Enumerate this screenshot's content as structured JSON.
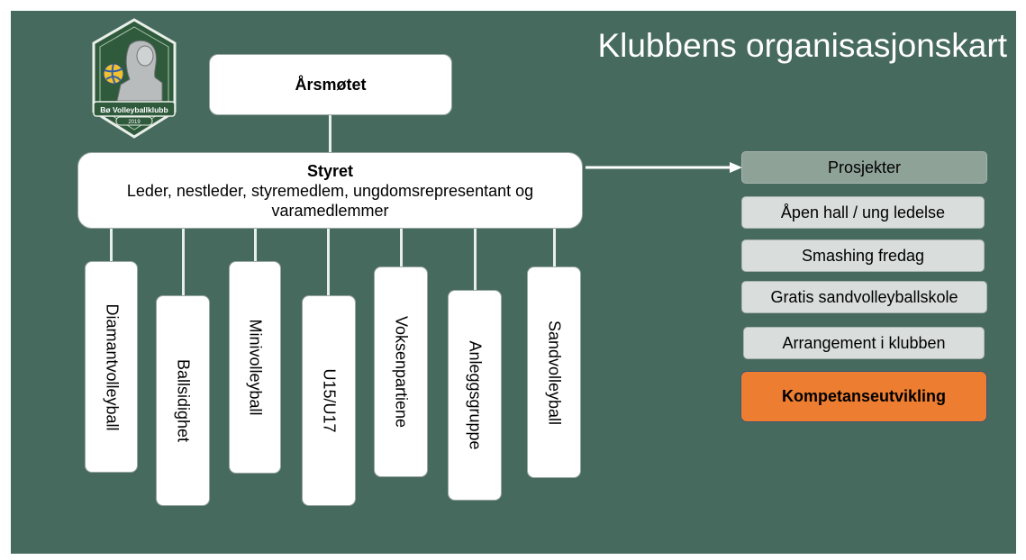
{
  "title": "Klubbens organisasjonskart",
  "logo": {
    "name": "Bø Volleyballklubb",
    "year": "2019"
  },
  "top": {
    "label": "Årsmøtet"
  },
  "board": {
    "title": "Styret",
    "description": "Leder, nestleder, styremedlem, ungdomsrepresentant og varamedlemmer"
  },
  "groups": [
    "Diamantvolleyball",
    "Ballsidighet",
    "Minivolleyball",
    "U15/U17",
    "Voksenpartiene",
    "Anleggsgruppe",
    "Sandvolleyball"
  ],
  "projects": [
    "Prosjekter",
    "Åpen hall / ung ledelse",
    "Smashing fredag",
    "Gratis sandvolleyballskole",
    "Arrangement i klubben",
    "Kompetanseutvikling"
  ],
  "colors": {
    "background": "#476a5e",
    "highlight_orange": "#ed7d31",
    "projects_header": "#8ea298",
    "project_box": "#d9dedc"
  }
}
